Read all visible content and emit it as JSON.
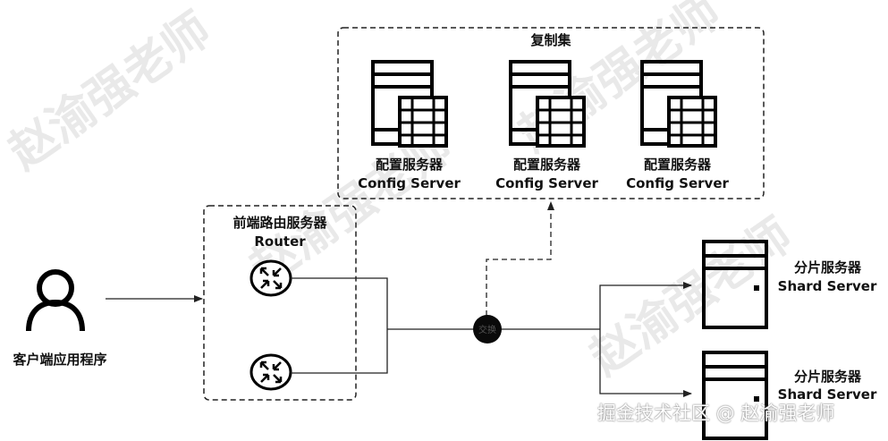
{
  "replica_set": {
    "title": "复制集",
    "servers": [
      {
        "name_cn": "配置服务器",
        "name_en": "Config Server"
      },
      {
        "name_cn": "配置服务器",
        "name_en": "Config Server"
      },
      {
        "name_cn": "配置服务器",
        "name_en": "Config Server"
      }
    ]
  },
  "router_group": {
    "title_cn": "前端路由服务器",
    "title_en": "Router"
  },
  "client": {
    "label": "客户端应用程序"
  },
  "switch": {
    "label": "交换"
  },
  "shards": [
    {
      "name_cn": "分片服务器",
      "name_en": "Shard Server"
    },
    {
      "name_cn": "分片服务器",
      "name_en": "Shard Server"
    }
  ],
  "watermark": {
    "text": "掘金技术社区 @ 赵渝强老师",
    "bg_chars": "赵渝强老师"
  }
}
